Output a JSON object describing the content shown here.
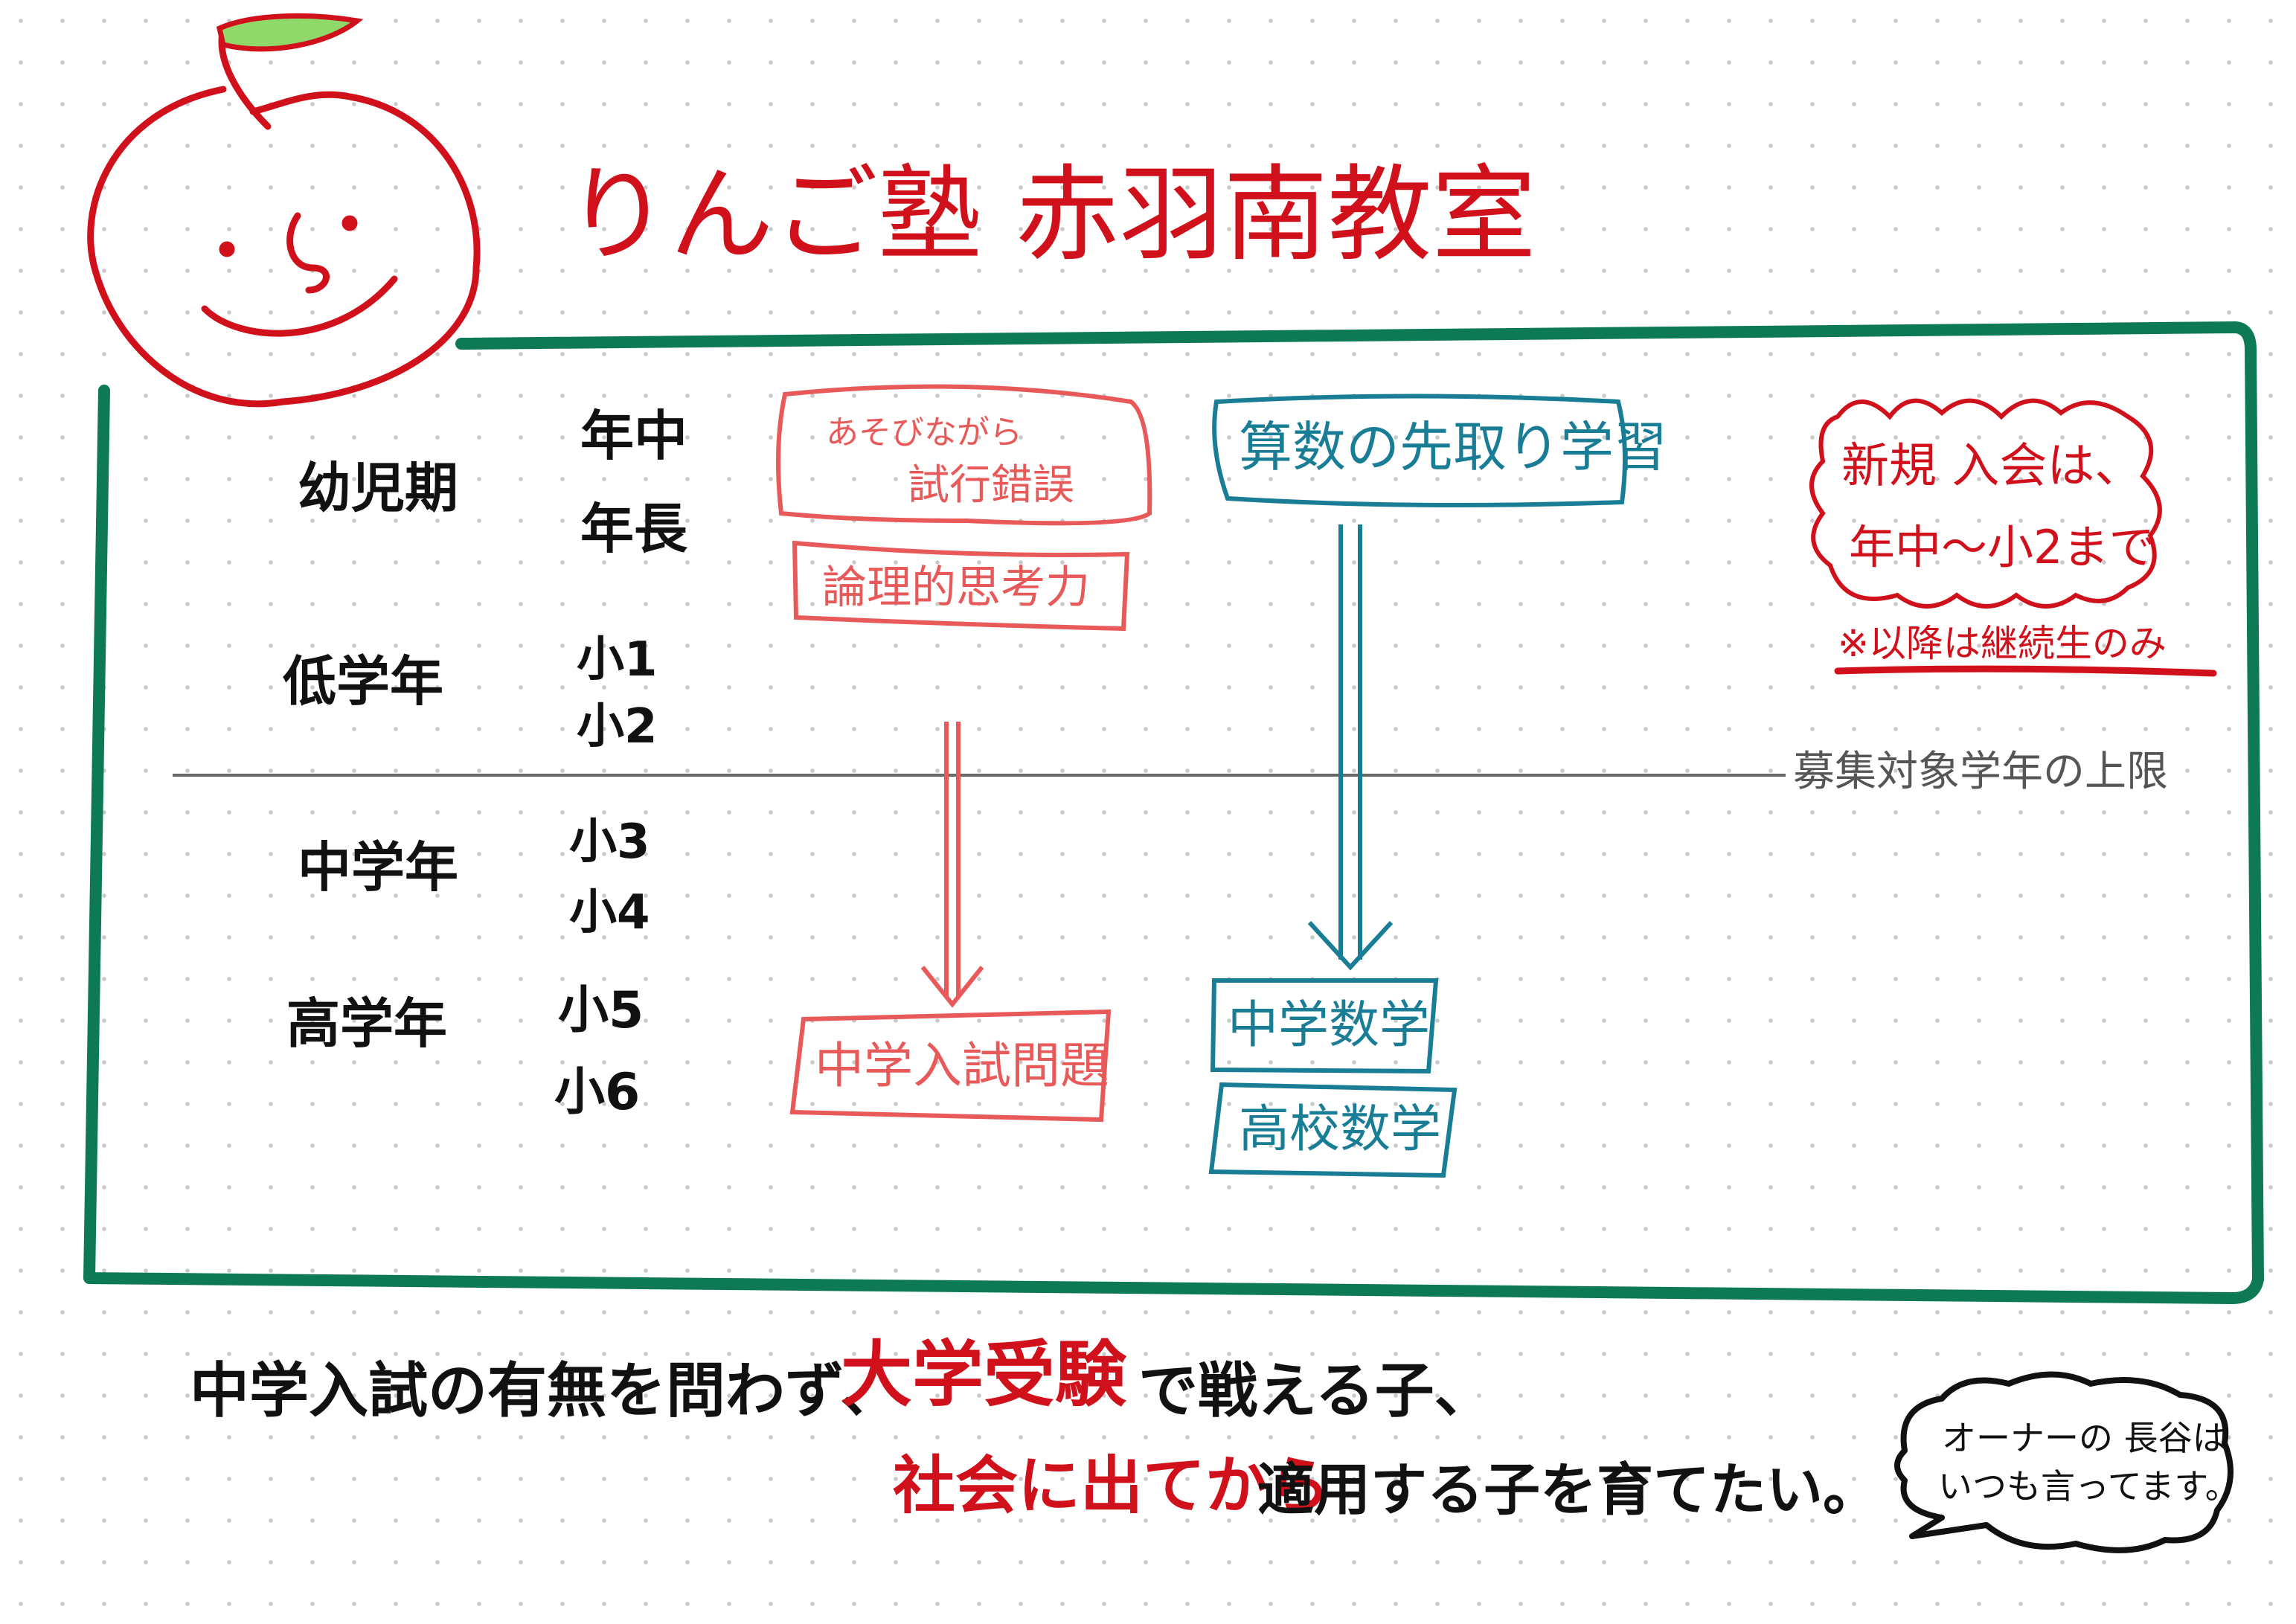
{
  "title": "りんご塾 赤羽南教室",
  "colors": {
    "red": "#d0101a",
    "pink": "#e85a5a",
    "teal": "#1a7d96",
    "green": "#0e7a55",
    "black": "#111111"
  },
  "stages": [
    {
      "label": "幼児期",
      "grades": [
        "年中",
        "年長"
      ]
    },
    {
      "label": "低学年",
      "grades": [
        "小1",
        "小2"
      ]
    },
    {
      "label": "中学年",
      "grades": [
        "小3",
        "小4"
      ]
    },
    {
      "label": "高学年",
      "grades": [
        "小5",
        "小6"
      ]
    }
  ],
  "limit_line_label": "募集対象学年の上限",
  "pink_track": {
    "box1_line1": "あそびながら",
    "box1_line2": "試行錯誤",
    "box2": "論理的思考力",
    "result": "中学入試問題"
  },
  "teal_track": {
    "box": "算数の先取り学習",
    "result1": "中学数学",
    "result2": "高校数学"
  },
  "notice": {
    "line1": "新規 入会は、",
    "line2": "年中～小2まで",
    "note": "※以降は継続生のみ"
  },
  "message": {
    "part1": "中学入試の有無を問わず、",
    "part2": "大学受験",
    "part3": "で戦える子、",
    "part4": "社会に出てから",
    "part5": "適用する子を育てたい。"
  },
  "bubble": {
    "line1": "オーナーの 長谷は",
    "line2": "いつも言ってます。"
  }
}
